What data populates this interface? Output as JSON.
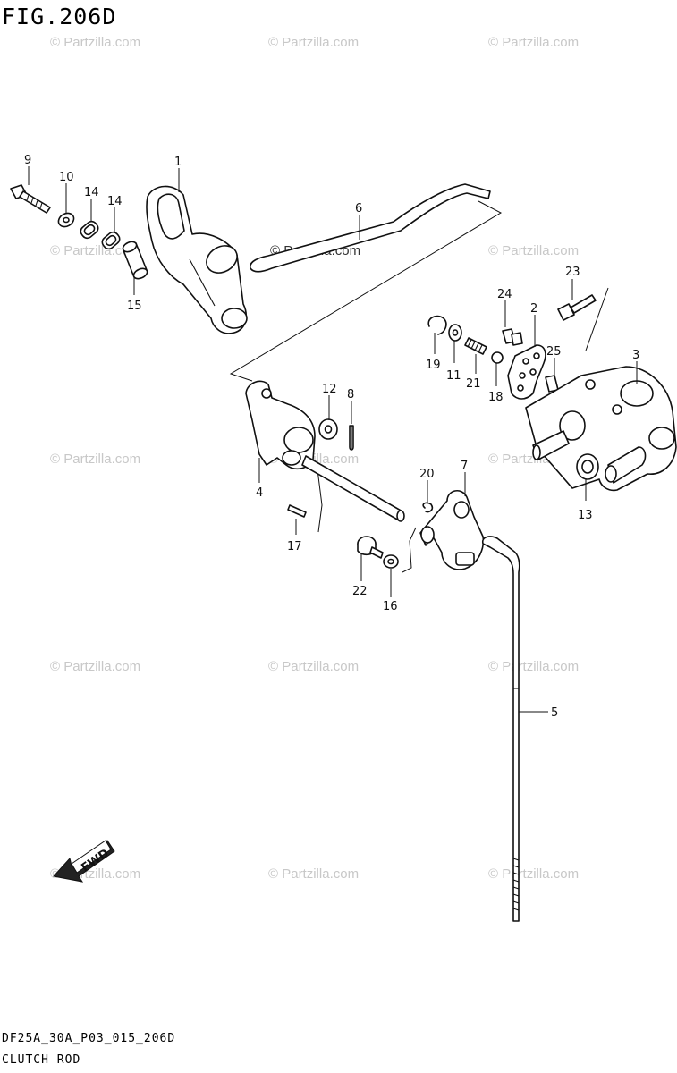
{
  "figure": {
    "title": "FIG.206D",
    "code": "DF25A_30A_P03_015_206D",
    "name": "CLUTCH ROD"
  },
  "watermark": "© Partzilla.com",
  "fwd_label": "FWD",
  "callouts": {
    "c1": "1",
    "c2": "2",
    "c3": "3",
    "c4": "4",
    "c5": "5",
    "c6": "6",
    "c7": "7",
    "c8": "8",
    "c9": "9",
    "c10": "10",
    "c11": "11",
    "c12": "12",
    "c13": "13",
    "c14a": "14",
    "c14b": "14",
    "c15": "15",
    "c16": "16",
    "c17": "17",
    "c18": "18",
    "c19": "19",
    "c20": "20",
    "c21": "21",
    "c22": "22",
    "c23": "23",
    "c24": "24",
    "c25": "25"
  },
  "colors": {
    "line": "#111111",
    "watermark": "#c8c8c8",
    "background": "#ffffff"
  }
}
